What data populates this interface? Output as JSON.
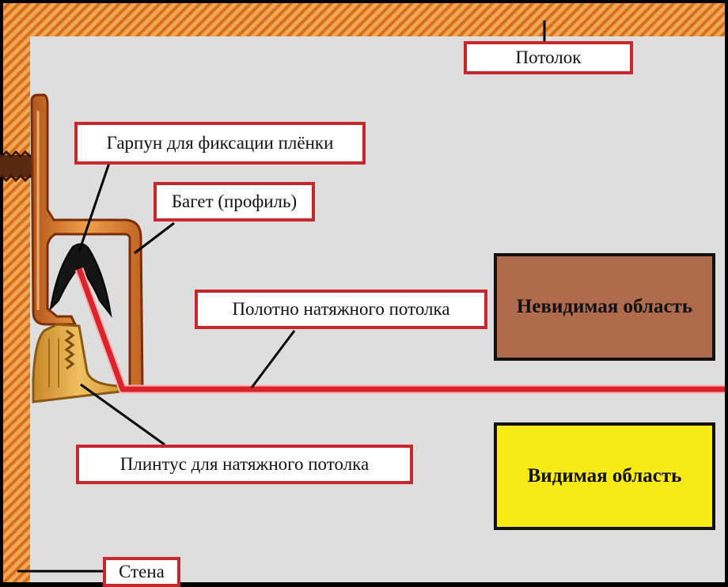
{
  "labels": {
    "ceiling": "Потолок",
    "harpoon": "Гарпун для фиксации плёнки",
    "baguette": "Багет (профиль)",
    "canvas": "Полотно натяжного потолка",
    "plinth": "Плинтус для натяжного потолка",
    "wall": "Стена"
  },
  "zones": {
    "invisible": "Невидимая область",
    "visible": "Видимая область"
  },
  "colors": {
    "background": "#dedede",
    "hatch": "#e07a1e",
    "profile": "#e7a040",
    "film": "#d8242a",
    "harpoon": "#151515",
    "label_border": "#c7282e",
    "zone_invisible": "#b06a4c",
    "zone_visible": "#f7ea16"
  }
}
